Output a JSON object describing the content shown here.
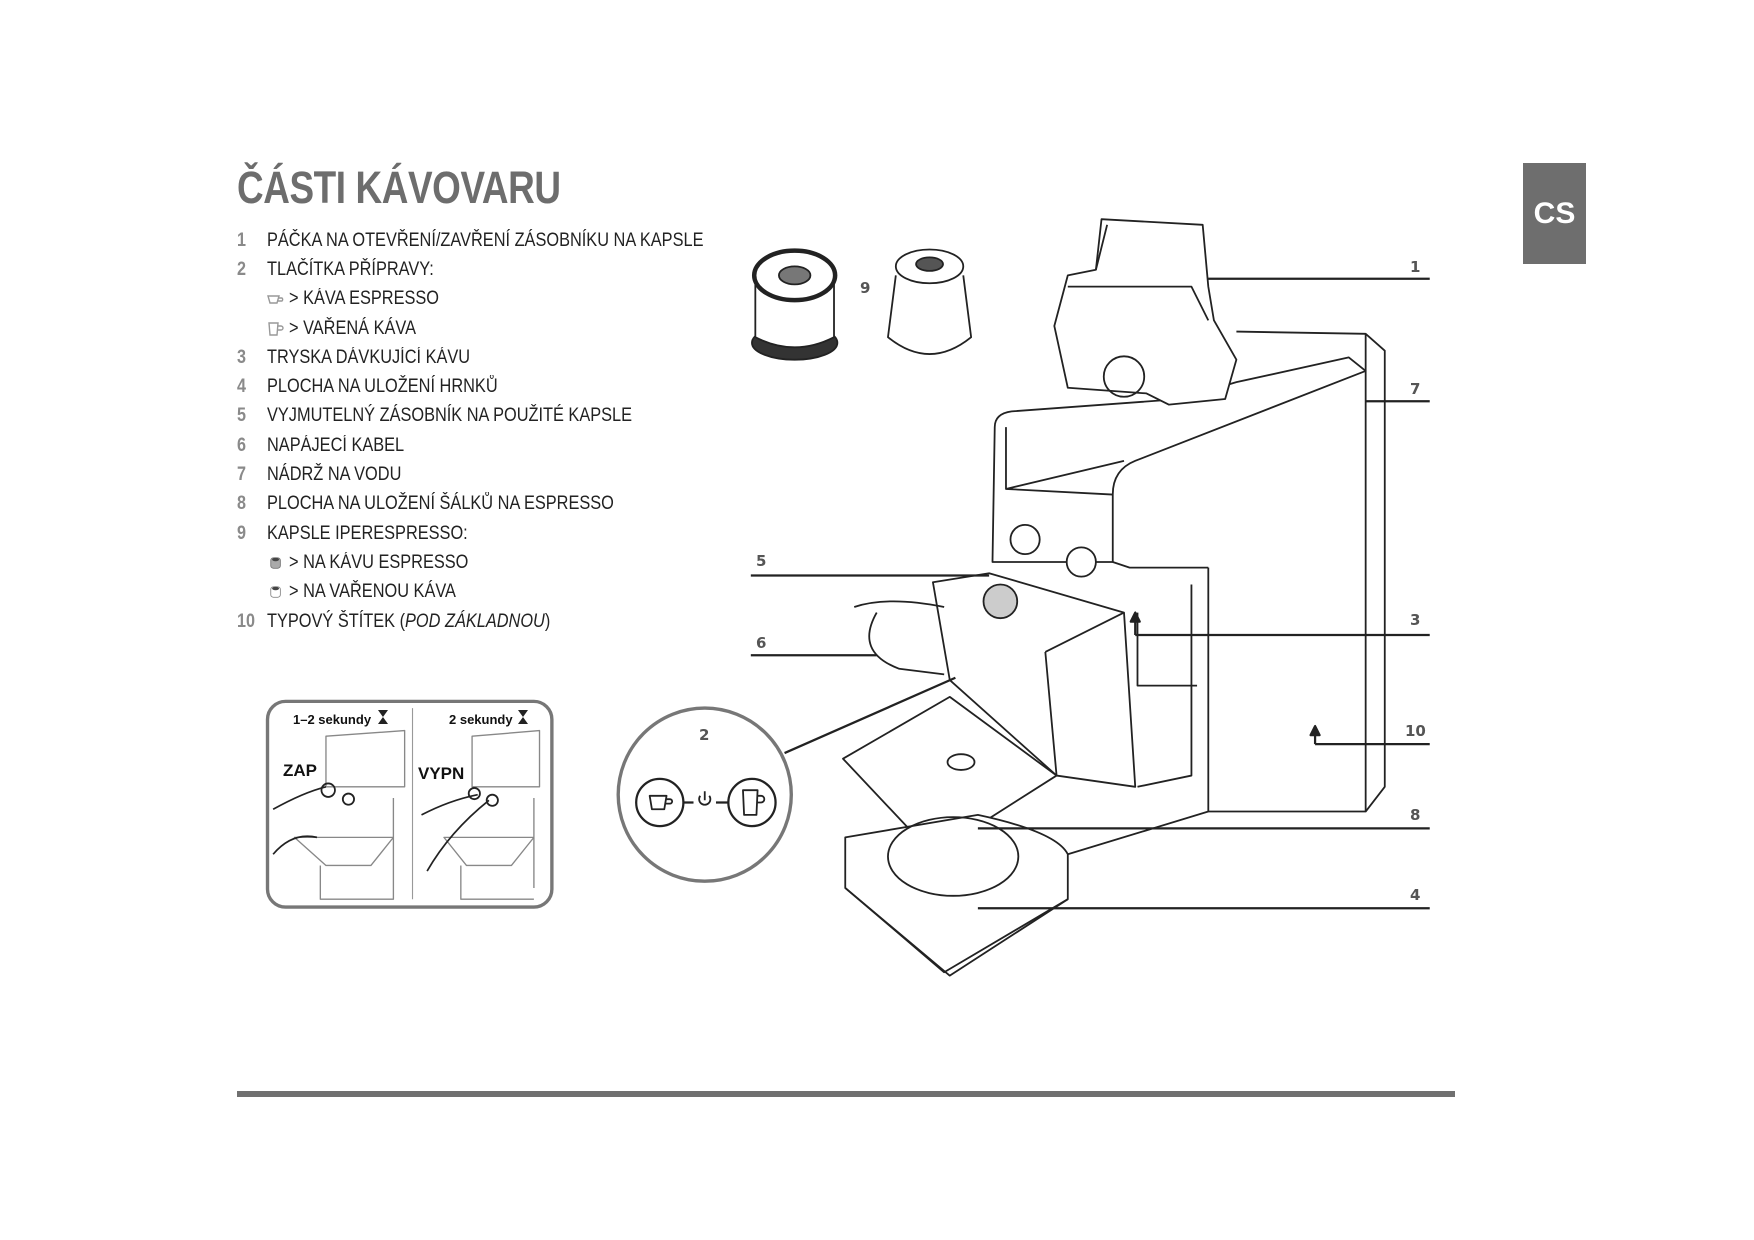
{
  "title": "ČÁSTI KÁVOVARU",
  "tab": "CS",
  "parts": [
    {
      "num": "1",
      "text": "PÁČKA NA OTEVŘENÍ/ZAVŘENÍ ZÁSOBNÍKU NA KAPSLE"
    },
    {
      "num": "2",
      "text": "TLAČÍTKA PŘÍPRAVY:"
    },
    {
      "num": "",
      "icon": "espresso-cup-icon",
      "text": "> KÁVA ESPRESSO"
    },
    {
      "num": "",
      "icon": "mug-icon",
      "text": "> VAŘENÁ KÁVA"
    },
    {
      "num": "3",
      "text": "TRYSKA DÁVKUJÍCÍ KÁVU"
    },
    {
      "num": "4",
      "text": "PLOCHA NA ULOŽENÍ HRNKŮ"
    },
    {
      "num": "5",
      "text": "VYJMUTELNÝ ZÁSOBNÍK NA POUŽITÉ KAPSLE"
    },
    {
      "num": "6",
      "text": "NAPÁJECÍ KABEL"
    },
    {
      "num": "7",
      "text": "NÁDRŽ NA VODU"
    },
    {
      "num": "8",
      "text": "PLOCHA NA ULOŽENÍ ŠÁLKŮ NA ESPRESSO"
    },
    {
      "num": "9",
      "text": "KAPSLE IPERESPRESSO:"
    },
    {
      "num": "",
      "icon": "espresso-capsule-icon",
      "text": "> NA KÁVU ESPRESSO"
    },
    {
      "num": "",
      "icon": "coffee-capsule-icon",
      "text": "> NA VAŘENOU KÁVA"
    },
    {
      "num": "10",
      "text": "TYPOVÝ ŠTÍTEK (",
      "italic": "POD ZÁKLADNOU",
      "after": ")"
    }
  ],
  "inset": {
    "left_time": "1–2 sekundy",
    "right_time": "2 sekundy",
    "left_label": "ZAP",
    "right_label": "VYPN"
  },
  "callouts": {
    "c1": "1",
    "c2": "2",
    "c3": "3",
    "c4": "4",
    "c5": "5",
    "c6": "6",
    "c7": "7",
    "c8": "8",
    "c9": "9",
    "c10": "10"
  }
}
